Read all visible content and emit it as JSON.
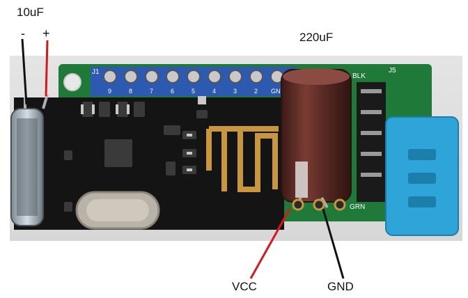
{
  "annotations": {
    "capacitor_small": "10uF",
    "minus": "-",
    "plus": "+",
    "capacitor_large": "220uF",
    "vcc": "VCC",
    "gnd": "GND"
  },
  "board_silkscreen": {
    "header_pins": [
      "9",
      "8",
      "7",
      "6",
      "5",
      "4",
      "3",
      "2",
      "GN"
    ],
    "j1": "J1",
    "j5": "J5",
    "blk": "BLK",
    "grn": "GRN"
  },
  "colors": {
    "pcb": "#1f7a3a",
    "module": "#141414",
    "capacitor": "#5a2a25",
    "sensor": "#2ea4d8",
    "wire_red": "#d81818",
    "wire_black": "#111111",
    "gold": "#c8963c"
  }
}
